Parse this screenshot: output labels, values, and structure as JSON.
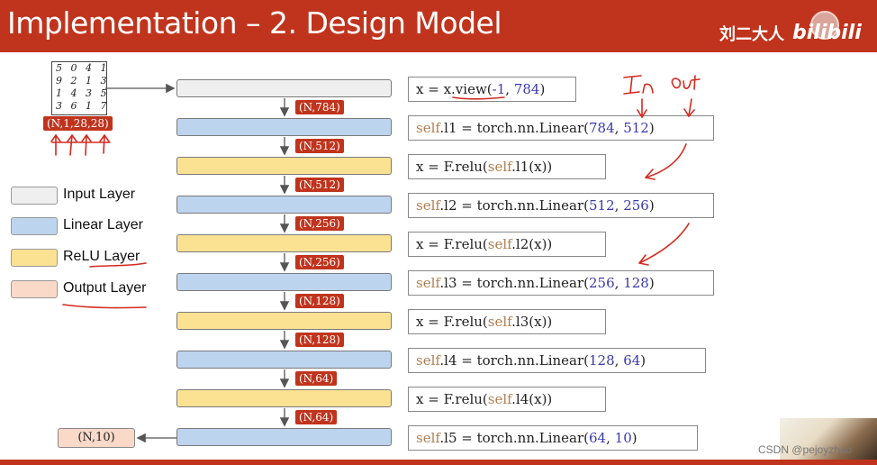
{
  "header": {
    "title": "Implementation – 2. Design Model",
    "author": "刘二大人",
    "logo_text": "bilibili"
  },
  "mnist": {
    "rows": [
      "5 0 4 1",
      "9 2 1 3",
      "1 4 3 5",
      "3 6 1 7"
    ]
  },
  "input_shape": "(N,1,28,28)",
  "legend": [
    {
      "label": "Input Layer",
      "color": "#efefef"
    },
    {
      "label": "Linear Layer",
      "color": "#bdd4ee"
    },
    {
      "label": "ReLU Layer",
      "color": "#fbe192"
    },
    {
      "label": "Output Layer",
      "color": "#fad9c9"
    }
  ],
  "shapes": [
    "(N,784)",
    "(N,512)",
    "(N,512)",
    "(N,256)",
    "(N,256)",
    "(N,128)",
    "(N,128)",
    "(N,64)",
    "(N,64)"
  ],
  "output_shape": "(N,10)",
  "code": {
    "view": {
      "x_eq": "x = x.",
      "fn": "view",
      "open": "(",
      "neg": "-1",
      "comma": ", ",
      "n": "784",
      "close": ")"
    },
    "l1": {
      "self": "self",
      "rest": ".l1 = torch.nn.Linear(",
      "a": "784",
      "sep": ",  ",
      "b": "512",
      "close": ")"
    },
    "r1": {
      "pre": "x = F.relu(",
      "self": "self",
      "rest": ".l1(x))"
    },
    "l2": {
      "self": "self",
      "rest": ".l2 = torch.nn.Linear(",
      "a": "512",
      "sep": ",  ",
      "b": "256",
      "close": ")"
    },
    "r2": {
      "pre": "x = F.relu(",
      "self": "self",
      "rest": ".l2(x))"
    },
    "l3": {
      "self": "self",
      "rest": ".l3 = torch.nn.Linear(",
      "a": "256",
      "sep": ",  ",
      "b": "128",
      "close": ")"
    },
    "r3": {
      "pre": "x = F.relu(",
      "self": "self",
      "rest": ".l3(x))"
    },
    "l4": {
      "self": "self",
      "rest": ".l4 = torch.nn.Linear(",
      "a": "128",
      "sep": ",  ",
      "b": "64",
      "close": ")"
    },
    "r4": {
      "pre": "x = F.relu(",
      "self": "self",
      "rest": ".l4(x))"
    },
    "l5": {
      "self": "self",
      "rest": ".l5 = torch.nn.Linear(",
      "a": "64",
      "sep": ",  ",
      "b": "10",
      "close": ")"
    }
  },
  "annotations": {
    "in": "In",
    "out": "Out"
  },
  "watermark": "CSDN @pejoyzhao"
}
